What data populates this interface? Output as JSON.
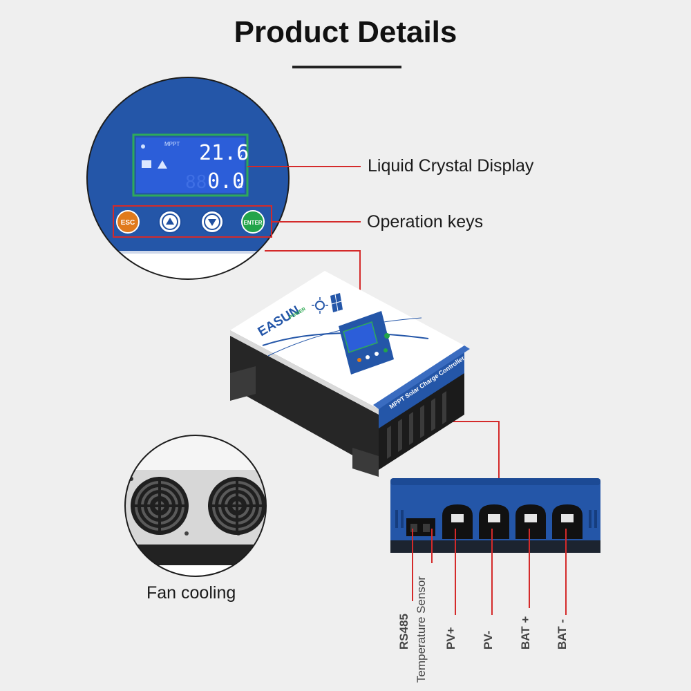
{
  "page": {
    "title": "Product Details"
  },
  "lcd": {
    "mode_tag": "MPPT",
    "value_top": "21.6",
    "unit_top": "V",
    "value_bottom": "0.0",
    "unit_bottom": "A"
  },
  "keys": {
    "esc": "ESC",
    "enter": "ENTER"
  },
  "device": {
    "brand": "EASUN",
    "brand_sub": "POWER",
    "model_label": "MPPT Solar Charge Controller"
  },
  "callouts": {
    "display": "Liquid Crystal Display",
    "keys": "Operation keys",
    "fan": "Fan cooling"
  },
  "ports": {
    "rs485": "RS485",
    "temp": "Temperature Sensor",
    "pv_plus": "PV+",
    "pv_minus": "PV-",
    "bat_plus": "BAT +",
    "bat_minus": "BAT -"
  },
  "colors": {
    "panel_blue": "#2456a8",
    "lcd_blue": "#2c5ed9",
    "lcd_frame": "#2eaa5a",
    "leader_red": "#d42a2a",
    "esc": "#e07a1c",
    "enter": "#23a44a"
  }
}
